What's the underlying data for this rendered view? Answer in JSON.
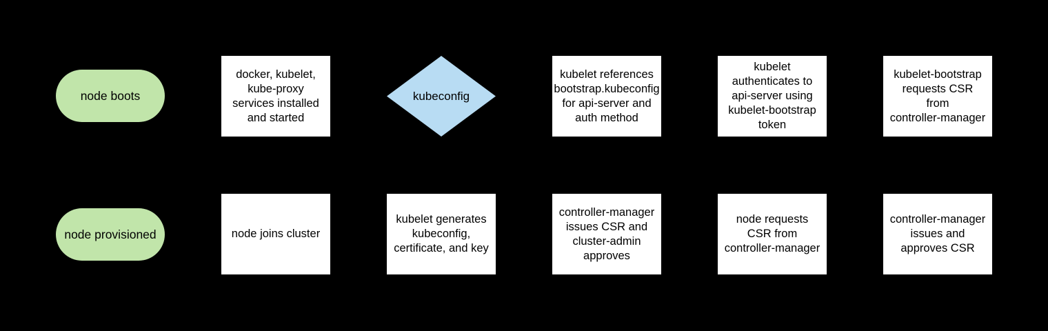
{
  "colors": {
    "background": "#000000",
    "terminator_fill": "#c1e5aa",
    "decision_fill": "#b8dcf3",
    "process_fill": "#ffffff",
    "text": "#000000"
  },
  "flowchart": {
    "rows": [
      {
        "name": "node bootstrap sequence (top row)",
        "nodes": [
          {
            "id": "node-boots",
            "shape": "terminator",
            "lines": [
              "node boots"
            ]
          },
          {
            "id": "services-installed",
            "shape": "process",
            "lines": [
              "docker, kubelet,",
              "kube-proxy",
              "services installed",
              "and started"
            ]
          },
          {
            "id": "kubeconfig-decision",
            "shape": "decision",
            "lines": [
              "kubeconfig"
            ]
          },
          {
            "id": "kubelet-references-bootstrap",
            "shape": "process",
            "lines": [
              "kubelet references",
              "bootstrap.kubeconfig",
              "for api-server and",
              "auth method"
            ]
          },
          {
            "id": "kubelet-authenticates",
            "shape": "process",
            "lines": [
              "kubelet",
              "authenticates to",
              "api-server using",
              "kubelet-bootstrap",
              "token"
            ]
          },
          {
            "id": "kubelet-bootstrap-requests-csr",
            "shape": "process",
            "lines": [
              "kubelet-bootstrap",
              "requests CSR",
              "from",
              "controller-manager"
            ]
          }
        ]
      },
      {
        "name": "node provisioning sequence (bottom row)",
        "nodes": [
          {
            "id": "node-provisioned",
            "shape": "terminator",
            "lines": [
              "node provisioned"
            ]
          },
          {
            "id": "node-joins-cluster",
            "shape": "process",
            "lines": [
              "node joins cluster"
            ]
          },
          {
            "id": "kubelet-generates",
            "shape": "process",
            "lines": [
              "kubelet generates",
              "kubeconfig,",
              "certificate, and key"
            ]
          },
          {
            "id": "cm-issues-cluster-admin-approves",
            "shape": "process",
            "lines": [
              "controller-manager",
              "issues CSR and",
              "cluster-admin",
              "approves"
            ]
          },
          {
            "id": "node-requests-csr",
            "shape": "process",
            "lines": [
              "node requests",
              "CSR from",
              "controller-manager"
            ]
          },
          {
            "id": "cm-issues-and-approves",
            "shape": "process",
            "lines": [
              "controller-manager",
              "issues and",
              "approves CSR"
            ]
          }
        ]
      }
    ]
  }
}
